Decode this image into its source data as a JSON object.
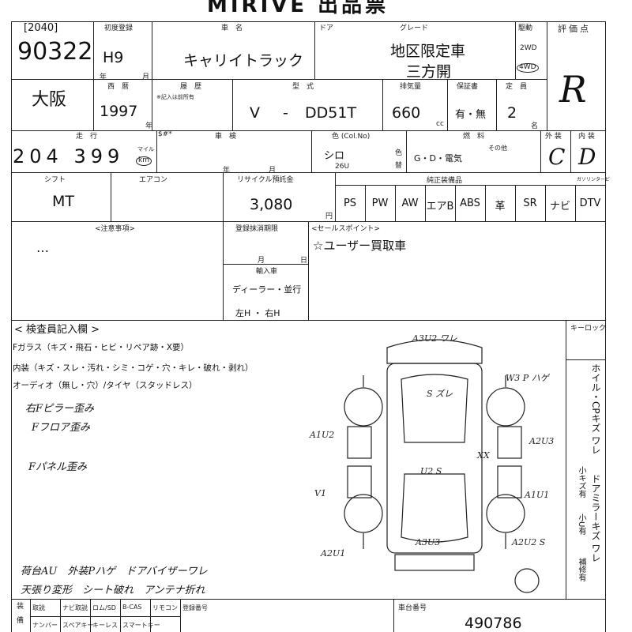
{
  "header": {
    "title": "MIRIVE 出品票"
  },
  "top": {
    "lot_code": "[2040]",
    "lot_no": "90322",
    "reg_label": "初度登録",
    "era": "H9",
    "year_mark": "年",
    "month_mark": "月",
    "car_name_label": "車　名",
    "car_name": "キャリイトラック",
    "door_label": "ドア",
    "grade_label": "グレード",
    "grade_line1": "地区限定車",
    "grade_line2": "三方開",
    "drive_label": "駆動",
    "drive_2wd": "2WD",
    "drive_4wd": "4WD",
    "score_label": "評価点",
    "score": "R"
  },
  "row2": {
    "location": "大阪",
    "west_label": "西　暦",
    "west_year": "1997",
    "year_mark": "年",
    "history_label": "履　歴",
    "history_note": "※記入は前所有",
    "model_label": "型　式",
    "model_prefix": "V",
    "model_dash": "-",
    "model": "DD51T",
    "disp_label": "排気量",
    "displacement": "660",
    "cc": "cc",
    "warranty_label": "保証書",
    "warranty": "有・無",
    "capacity_label": "定　員",
    "capacity": "2",
    "capacity_unit": "名"
  },
  "row3": {
    "mileage_label": "走　行",
    "mileage": "204 399",
    "mile_unit": "マイル",
    "km_unit": "km",
    "meter_label": "$#*",
    "inspection_label": "車　検",
    "inspection_year": "年",
    "inspection_month": "月",
    "color_label": "色 (Col.No)",
    "color": "シロ",
    "color_no": "26U",
    "color_change_1": "色",
    "color_change_2": "替",
    "fuel_label": "燃　料",
    "fuel": "G・D・電気",
    "fuel_other": "その他",
    "exterior_label": "外 装",
    "exterior": "C",
    "interior_label": "内 装",
    "interior": "D"
  },
  "row4": {
    "shift_label": "シフト",
    "shift": "MT",
    "ac_label": "エアコン",
    "recycle_label": "リサイクル預託金",
    "recycle": "3,080",
    "yen": "円",
    "equip_label": "純正装備品",
    "equipment": [
      "PS",
      "PW",
      "AW",
      "エアB",
      "ABS",
      "革",
      "SR",
      "ナビ",
      "DTV"
    ],
    "gasoline_label": "ガソリンタービ"
  },
  "row5": {
    "notes_label": "<注意事項>",
    "mark": "…",
    "delete_label": "登録抹消期限",
    "delete_month": "月",
    "delete_day": "日",
    "import_label": "輸入車",
    "import_type": "ディーラー・並行",
    "handle": "左H ・ 右H",
    "sales_label": "<セールスポイント>",
    "sales_point": "☆ユーザー買取車"
  },
  "inspector": {
    "title": "< 検査員記入欄 >",
    "line1": "Fガラス（キズ・飛石・ヒビ・リペア跡・X要）",
    "line2": "内装（キズ・スレ・汚れ・シミ・コゲ・穴・キレ・破れ・剥れ）",
    "line3": "オーディオ（無し・穴）/タイヤ（スタッドレス）",
    "hand_notes": [
      "右Fピラー歪み",
      "Fフロア歪み",
      "Fパネル歪み"
    ],
    "bottom_notes": [
      "荷台AU　外装Pハゲ　ドアバイザーワレ",
      "天張り変形　シート破れ　アンテナ折れ"
    ]
  },
  "diagram": {
    "key_label": "キーロック",
    "marks": [
      "A3U2 ワレ",
      "W3 P ハゲ",
      "S ズレ",
      "A1U2",
      "XX",
      "A2U3",
      "U2 S",
      "V1",
      "A1U1",
      "A3U3",
      "A2U1",
      "A2U2 S"
    ]
  },
  "side_legend": {
    "text1": "ホイル・CPキズ ワレ",
    "text2": "ドアミラーキズ ワレ",
    "text3": "小キズ有",
    "text4": "小U有",
    "text5": "補修有"
  },
  "footer": {
    "col1": "装　備",
    "items_row1": [
      "取説",
      "ナビ取説",
      "ロム/SD",
      "B-CAS",
      "リモコン",
      "登録番号"
    ],
    "items_row2": [
      "ナンバー",
      "スペアキー",
      "キーレス",
      "スマートキー"
    ],
    "chassis_label": "車台番号",
    "chassis": "490786"
  }
}
